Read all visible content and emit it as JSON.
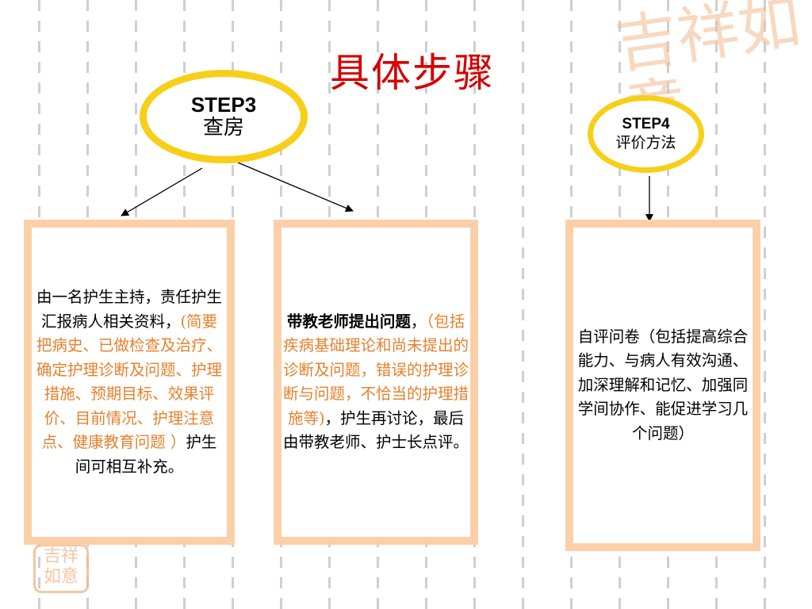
{
  "slide": {
    "title": "具体步骤",
    "step3": {
      "label": "STEP3",
      "subtitle": "查房"
    },
    "step4": {
      "label": "STEP4",
      "subtitle": "评价方法"
    },
    "card1": {
      "part1": "由一名护生主持，责任护生汇报病人相关资料，",
      "part2": "(简要把病史、已做检查及治疗、确定护理诊断及问题、护理措施、预期目标、效果评价、目前情况、护理注意点、健康教育问题 ）",
      "part3": "护生间可相互补充。"
    },
    "card2": {
      "part1": "带教老师提出问题",
      "part1_comma": "，",
      "part2": "（包括疾病基础理论和尚未提出的诊断及问题，错误的护理诊断与问题，不恰当的护理措施等)",
      "part3": "，护生再讨论，最后由带教老师、护士长点评。"
    },
    "card3": {
      "text": "自评问卷（包括提高综合能力、与病人有效沟通、加深理解和记忆、加强同学间协作、能促进学习几个问题）"
    }
  },
  "decor": {
    "watermark_big": "吉祥如意",
    "watermark_small": "吉祥如意"
  },
  "colors": {
    "title": "#d40000",
    "oval_border": "#f7cf18",
    "card_border": "#fbd0a8",
    "highlight_text": "#e7802c",
    "watermark": "#f2b98e"
  }
}
